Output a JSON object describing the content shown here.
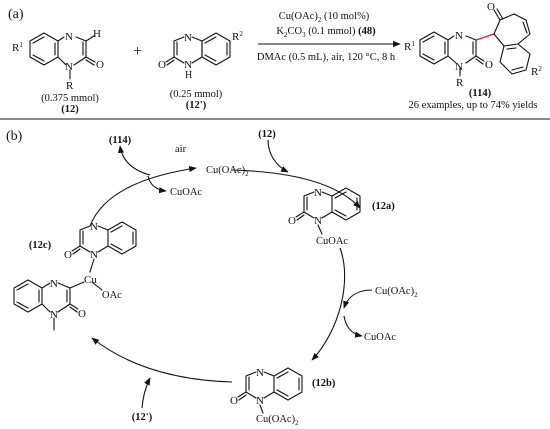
{
  "panel_a": {
    "label": "(a)",
    "conditions": {
      "catalyst": "Cu(OAc)",
      "catalyst_sub": "2",
      "catalyst_tail": " (10 mol%)",
      "base": "K",
      "base_sub1": "2",
      "base_mid": "CO",
      "base_sub2": "3",
      "base_tail": " (0.1 mmol) ",
      "base_ref": "(48)",
      "solvent": "DMAc (0.5 mL), air, 120 °C, 8 h"
    },
    "reactant1": {
      "amount": "(0.375 mmol)",
      "ref": "(12)",
      "r1": "R",
      "r1_sup": "1",
      "r": "R",
      "atom_n": "N",
      "atom_h": "H",
      "atom_o": "O"
    },
    "plus": "+",
    "reactant2": {
      "amount": "(0.25 mmol)",
      "ref": "(12')",
      "r2": "R",
      "r2_sup": "2",
      "atom_n": "N",
      "atom_nh": "N",
      "atom_h": "H",
      "atom_o": "O"
    },
    "product": {
      "ref": "(114)",
      "summary": "26 examples, up to 74% yields",
      "r1": "R",
      "r1_sup": "1",
      "r2": "R",
      "r2_sup": "2",
      "r": "R",
      "atom_n": "N",
      "atom_o": "O"
    }
  },
  "panel_b": {
    "label": "(b)",
    "top": {
      "product_ref": "(114)",
      "air": "air",
      "cuoac2": "Cu(OAc)",
      "cuoac2_sub": "2",
      "cuoac": "CuOAc",
      "reagent_ref": "(12)"
    },
    "right": {
      "in_a": "Cu(OAc)",
      "in_a_sub": "2",
      "out": "CuOAc"
    },
    "bottom_left": {
      "reagent_ref": "(12')"
    },
    "int_12a": {
      "ref": "(12a)",
      "atom_n": "N",
      "atom_o": "O",
      "sub": "CuOAc"
    },
    "int_12b": {
      "ref": "(12b)",
      "atom_n": "N",
      "atom_o": "O",
      "sub": "Cu(OAc)",
      "sub_sub": "2"
    },
    "int_12c": {
      "ref": "(12c)",
      "atom_n": "N",
      "atom_o": "O",
      "cu": "Cu",
      "oac": "OAc"
    }
  }
}
